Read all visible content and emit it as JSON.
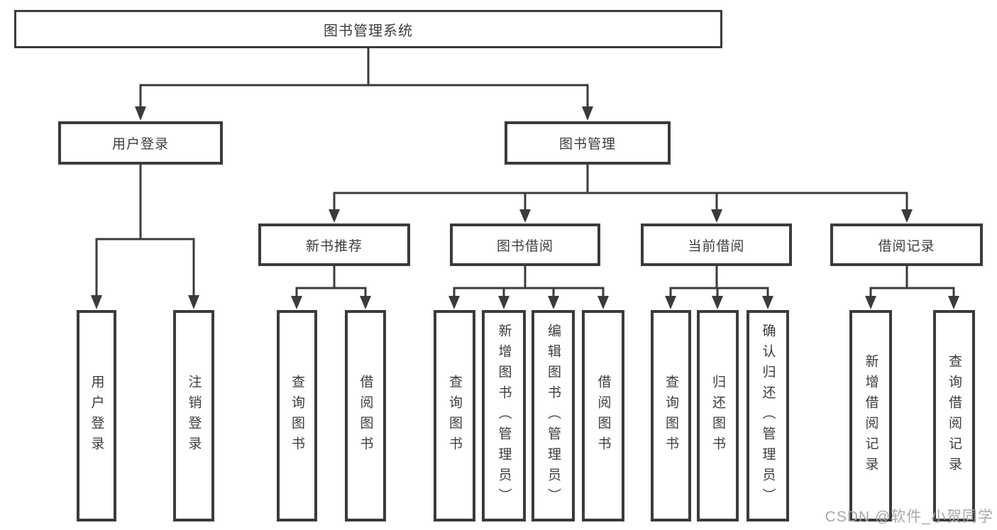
{
  "diagram": {
    "root": {
      "label": "图书管理系统"
    },
    "user_login": {
      "label": "用户登录",
      "children": [
        {
          "label": "用户登录"
        },
        {
          "label": "注销登录"
        }
      ]
    },
    "book_mgmt": {
      "label": "图书管理",
      "children": [
        {
          "label": "新书推荐",
          "children": [
            {
              "label": "查询图书"
            },
            {
              "label": "借阅图书"
            }
          ]
        },
        {
          "label": "图书借阅",
          "children": [
            {
              "label": "查询图书"
            },
            {
              "label": "新增图书（管理员）"
            },
            {
              "label": "编辑图书（管理员）"
            },
            {
              "label": "借阅图书"
            }
          ]
        },
        {
          "label": "当前借阅",
          "children": [
            {
              "label": "查询图书"
            },
            {
              "label": "归还图书"
            },
            {
              "label": "确认归还（管理员）"
            }
          ]
        },
        {
          "label": "借阅记录",
          "children": [
            {
              "label": "新增借阅记录"
            },
            {
              "label": "查询借阅记录"
            }
          ]
        }
      ]
    }
  },
  "watermark": {
    "text": "CSDN @软件_小贺同学"
  },
  "colors": {
    "line": "#3b3b3b",
    "text": "#3d3d3d",
    "watermark": "#a8a8a8",
    "background": "#ffffff"
  }
}
